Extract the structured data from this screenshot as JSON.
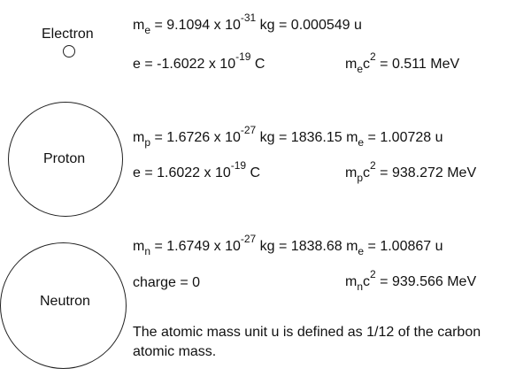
{
  "electron": {
    "label": "Electron",
    "mass_sym": "m",
    "mass_sub": "e",
    "mass_pre": " = 9.1094 x 10",
    "mass_exp": "-31",
    "mass_post": " kg = 0.000549 u",
    "charge_text": "e   = -1.6022 x 10",
    "charge_exp": "-19",
    "charge_unit": " C",
    "energy_sym": "m",
    "energy_sub": "e",
    "energy_c": "c",
    "energy_exp": "2",
    "energy_value": " = 0.511 MeV"
  },
  "proton": {
    "label": "Proton",
    "mass_sym": "m",
    "mass_sub": "p",
    "mass_pre": " = 1.6726 x 10",
    "mass_exp": "-27",
    "mass_mid": " kg = 1836.15 m",
    "mass_mid_sub": "e",
    "mass_post": " =  1.00728 u",
    "charge_text": "e   = 1.6022 x 10",
    "charge_exp": "-19",
    "charge_unit": " C",
    "energy_sym": "m",
    "energy_sub": "p",
    "energy_c": "c",
    "energy_exp": "2",
    "energy_value": " = 938.272 MeV"
  },
  "neutron": {
    "label": "Neutron",
    "mass_sym": "m",
    "mass_sub": "n",
    "mass_pre": " = 1.6749 x 10",
    "mass_exp": "-27",
    "mass_mid": " kg = 1838.68 m",
    "mass_mid_sub": "e",
    "mass_post": " =  1.00867 u",
    "charge_text": "charge  = 0",
    "energy_sym": "m",
    "energy_sub": "n",
    "energy_c": "c",
    "energy_exp": "2",
    "energy_value": " = 939.566 MeV"
  },
  "note": {
    "line1": "The atomic mass unit u is defined as 1/12 of the carbon",
    "line2": "atomic mass."
  }
}
